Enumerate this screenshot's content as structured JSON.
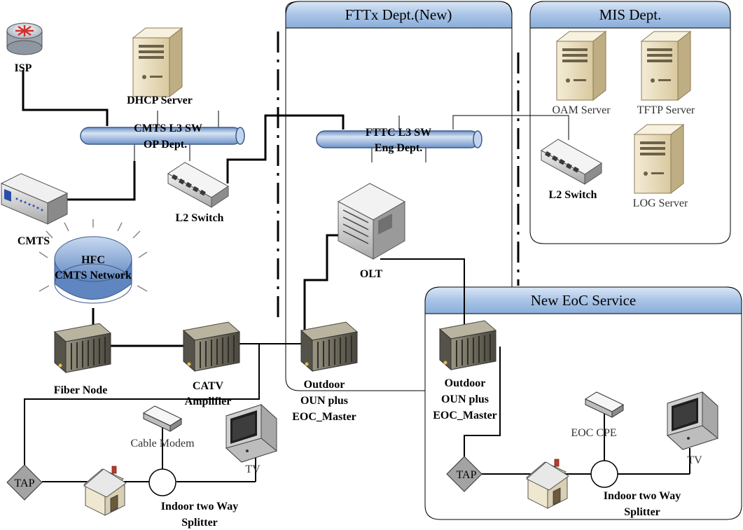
{
  "sections": {
    "fttx_title": "FTTx Dept.(New)",
    "mis_title": "MIS Dept.",
    "eoc_title": "New EoC Service"
  },
  "devices": {
    "isp": "ISP",
    "dhcp_server": "DHCP Server",
    "cmts_switch_line1": "CMTS L3 SW",
    "cmts_switch_line2": "OP Dept.",
    "l2_switch_op": "L2 Switch",
    "cmts": "CMTS",
    "hfc_line1": "HFC",
    "hfc_line2": "CMTS Network",
    "fttc_switch_line1": "FTTC L3 SW",
    "fttc_switch_line2": "Eng Dept.",
    "olt": "OLT",
    "oam_server": "OAM Server",
    "tftp_server": "TFTP Server",
    "l2_switch_mis": "L2 Switch",
    "log_server": "LOG Server",
    "fiber_node": "Fiber Node",
    "catv_line1": "CATV",
    "catv_line2": "Amplifier",
    "oun1_line1": "Outdoor",
    "oun1_line2": "OUN plus",
    "oun1_line3": "EOC_Master",
    "oun2_line1": "Outdoor",
    "oun2_line2": "OUN plus",
    "oun2_line3": "EOC_Master",
    "cable_modem": "Cable Modem",
    "tv_left": "TV",
    "tap_left": "TAP",
    "splitter_left_line1": "Indoor two Way",
    "splitter_left_line2": "Splitter",
    "eoc_cpe": "EOC CPE",
    "tv_right": "TV",
    "tap_right": "TAP",
    "splitter_right_line1": "Indoor two Way",
    "splitter_right_line2": "Splitter"
  },
  "colors": {
    "panel_header": "#a9c4e6",
    "pipe": "#a6c0e0",
    "hfc_disk": "#8fb0dc",
    "server_beige": "#e8dcc0",
    "line": "#000000"
  }
}
